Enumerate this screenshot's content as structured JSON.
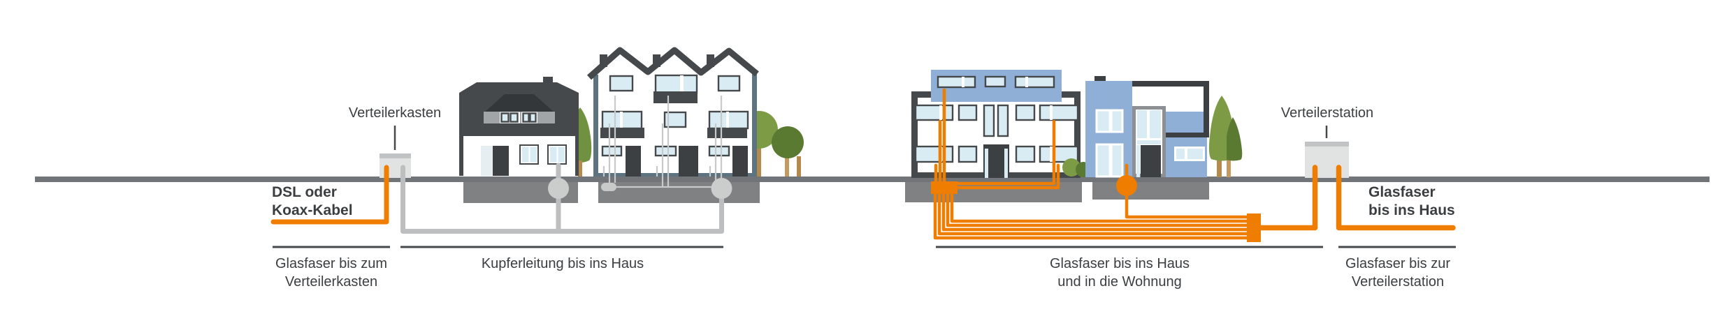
{
  "cabinet": {
    "label": "Verteilerkasten"
  },
  "station": {
    "label": "Verteilerstation"
  },
  "copper_feed": {
    "line1": "DSL oder",
    "line2": "Koax-Kabel"
  },
  "fiber_feed": {
    "line1": "Glasfaser",
    "line2": "bis ins Haus"
  },
  "segments": [
    {
      "line1": "Glasfaser bis zum",
      "line2": "Verteilerkasten"
    },
    {
      "line1": "Kupferleitung bis ins Haus",
      "line2": ""
    },
    {
      "line1": "Glasfaser bis ins Haus",
      "line2": "und in die Wohnung"
    },
    {
      "line1": "Glasfaser bis zur",
      "line2": "Verteilerstation"
    }
  ],
  "colors": {
    "fiber": "#EF7D00",
    "copper": "#BCBEC0",
    "copper_light": "#C8CACA",
    "street": "#717478",
    "ground": "#7F8183",
    "roof": "#46494C",
    "roof_inner": "#33373A",
    "door": "#3D4043",
    "glass": "#D9ECF4",
    "blue": "#8FAFD6",
    "slate": "#5D7380",
    "gray_frame": "#8D9092",
    "tree_light": "#7D9B45",
    "tree_mid": "#6F9140",
    "tree_dark": "#5A7A31",
    "trunk": "#B5894C",
    "trunk_light": "#C59A5F",
    "box": "#E1E2E2",
    "box_top": "#C2C3C4",
    "node": "#CBCDCD",
    "text": "#3B3E40",
    "dormer": "#A2A5A7"
  }
}
